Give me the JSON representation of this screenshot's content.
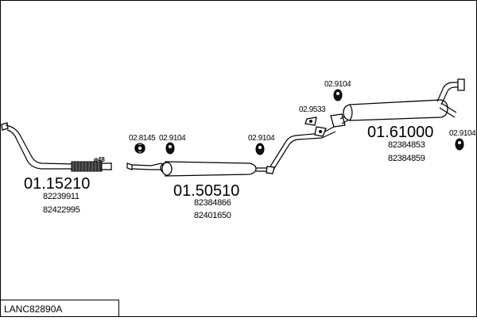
{
  "diagram_ref": "LANC82890A",
  "parts": [
    {
      "code": "01.15210",
      "oe_numbers": [
        "82239911",
        "82422995"
      ],
      "pipe_diameter": "ø48"
    },
    {
      "code": "01.50510",
      "oe_numbers": [
        "82384866",
        "82401650"
      ]
    },
    {
      "code": "01.61000",
      "oe_numbers": [
        "82384853",
        "82384859"
      ]
    }
  ],
  "accessories": [
    {
      "code": "02.8145"
    },
    {
      "code": "02.9104"
    },
    {
      "code": "02.9104"
    },
    {
      "code": "02.9533"
    },
    {
      "code": "02.9104"
    },
    {
      "code": "02.9104"
    }
  ]
}
